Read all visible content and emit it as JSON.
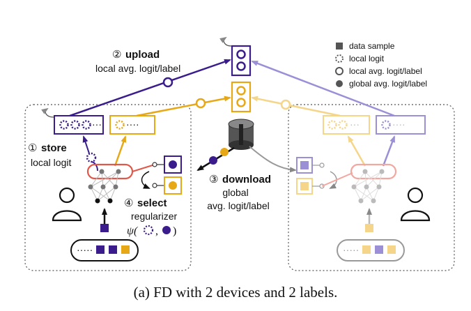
{
  "legend": {
    "data_sample": "data sample",
    "local_logit": "local logit",
    "local_avg_logit_label": "local avg. logit/label",
    "global_avg_logit_label": "global avg. logit/label"
  },
  "steps": {
    "upload": {
      "marker": "②",
      "title": "upload",
      "sub": "local avg. logit/label"
    },
    "store": {
      "marker": "①",
      "title": "store",
      "sub": "local logit"
    },
    "download": {
      "marker": "③",
      "title": "download",
      "sub1": "global",
      "sub2": "avg. logit/label"
    },
    "select": {
      "marker": "④",
      "title": "select",
      "sub": "regularizer",
      "formula_prefix": "ψ(",
      "formula_comma": ",",
      "formula_suffix": ")"
    }
  },
  "caption": "(a) FD with 2 devices and 2 labels.",
  "colors": {
    "purple": "#3a1c8c",
    "gold": "#e6a817",
    "light_purple": "#9b8fd6",
    "light_gold": "#f4d58a",
    "red": "#e0584a",
    "gray": "#888888"
  },
  "icons": {
    "server": "server-drum-icon",
    "user": "user-silhouette-icon",
    "refresh": "refresh-arrow-icon"
  }
}
